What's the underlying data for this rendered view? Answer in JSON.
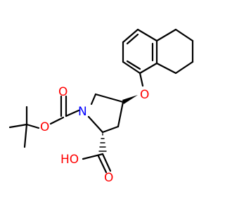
{
  "colors": {
    "background": "#ffffff",
    "bond": "#000000",
    "oxygen": "#ff0000",
    "nitrogen": "#0000ff",
    "hydroxyl_h": "#000000"
  },
  "atoms": {
    "ether_o": "O",
    "n": "N",
    "boc_o_ester": "O",
    "boc_o_carbonyl": "O",
    "acid_ho": "HO",
    "acid_o_carbonyl": "O"
  }
}
